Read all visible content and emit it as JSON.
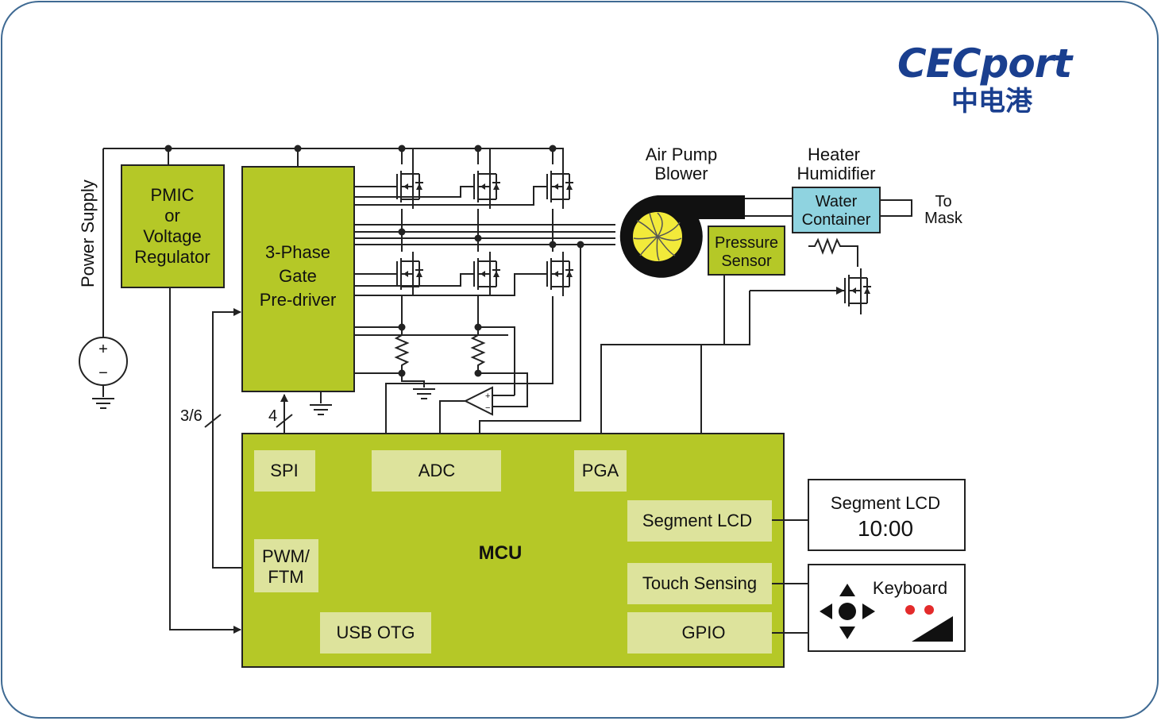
{
  "logo": {
    "brand": "CECport",
    "chinese": "中电港",
    "brand_color": "#1a3f8f",
    "accent_color": "#f28c1a"
  },
  "labels": {
    "power_supply": "Power Supply",
    "pmic": [
      "PMIC",
      "or",
      "Voltage",
      "Regulator"
    ],
    "predriver": [
      "3-Phase",
      "Gate",
      "Pre-driver"
    ],
    "air_pump": [
      "Air Pump",
      "Blower"
    ],
    "heater": [
      "Heater",
      "Humidifier"
    ],
    "water": [
      "Water",
      "Container"
    ],
    "to_mask": [
      "To",
      "Mask"
    ],
    "pressure": [
      "Pressure",
      "Sensor"
    ],
    "bus_36": "3/6",
    "bus_4": "4",
    "plus": "+",
    "minus": "−"
  },
  "mcu": {
    "title": "MCU",
    "spi": "SPI",
    "adc": "ADC",
    "pga": "PGA",
    "pwm": [
      "PWM/",
      "FTM"
    ],
    "usb": "USB OTG",
    "segment_lcd": "Segment LCD",
    "touch": "Touch Sensing",
    "gpio": "GPIO"
  },
  "lcd": {
    "title": "Segment LCD",
    "time": "10:00"
  },
  "keyboard": {
    "title": "Keyboard"
  },
  "colors": {
    "block": "#b5c827",
    "subblock": "#dde39c",
    "water": "#8fd3e0",
    "fan": "#f2ea3a",
    "dots": "#e32b2b"
  }
}
